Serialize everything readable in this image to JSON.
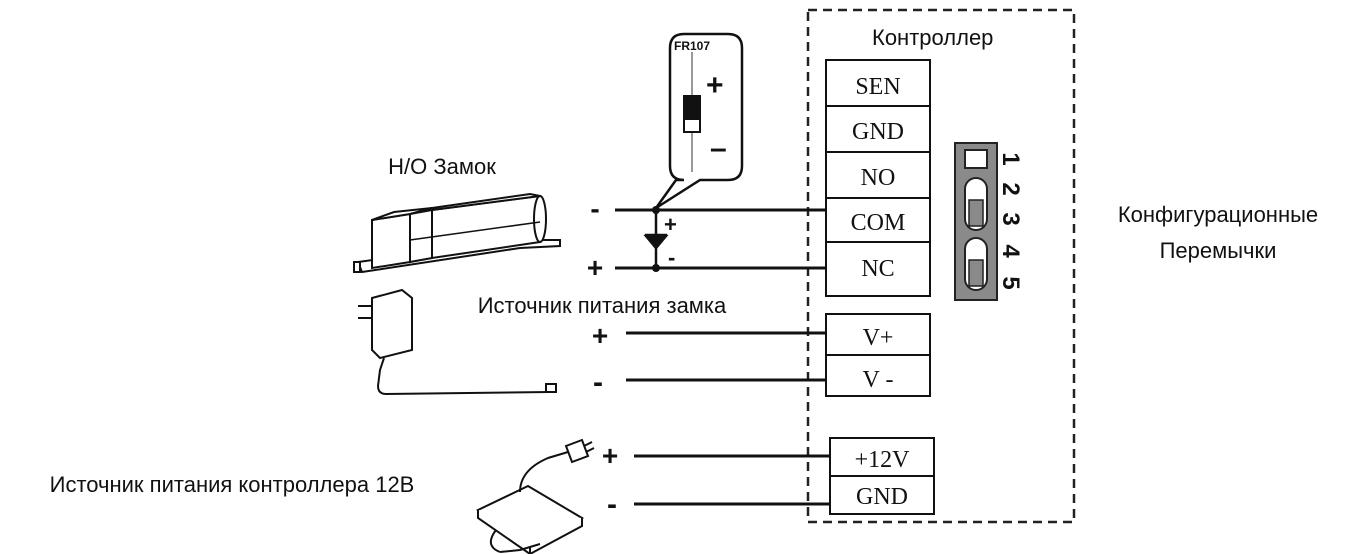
{
  "controller": {
    "title": "Контроллер",
    "terminals": [
      "SEN",
      "GND",
      "NO",
      "COM",
      "NC"
    ],
    "lock_power_terminals": [
      "V+",
      "V -"
    ],
    "controller_power_terminals": [
      "+12V",
      "GND"
    ]
  },
  "jumpers": {
    "title_line1": "Конфигурационные",
    "title_line2": "Перемычки",
    "numbers": [
      "1",
      "2",
      "3",
      "4",
      "5"
    ]
  },
  "diode": {
    "label": "FR107",
    "plus": "+",
    "minus": "–",
    "junction_plus": "+",
    "junction_minus": "-"
  },
  "lock": {
    "label": "Н/О Замок",
    "minus": "-",
    "plus": "+"
  },
  "lock_power": {
    "label": "Источник питания замка",
    "plus": "+",
    "minus": "-"
  },
  "controller_power": {
    "label": "Источник питания контроллера 12В",
    "plus": "+",
    "minus": "-"
  },
  "colors": {
    "line": "#111111",
    "jumper_block": "#8a8a8a",
    "background": "#ffffff"
  }
}
